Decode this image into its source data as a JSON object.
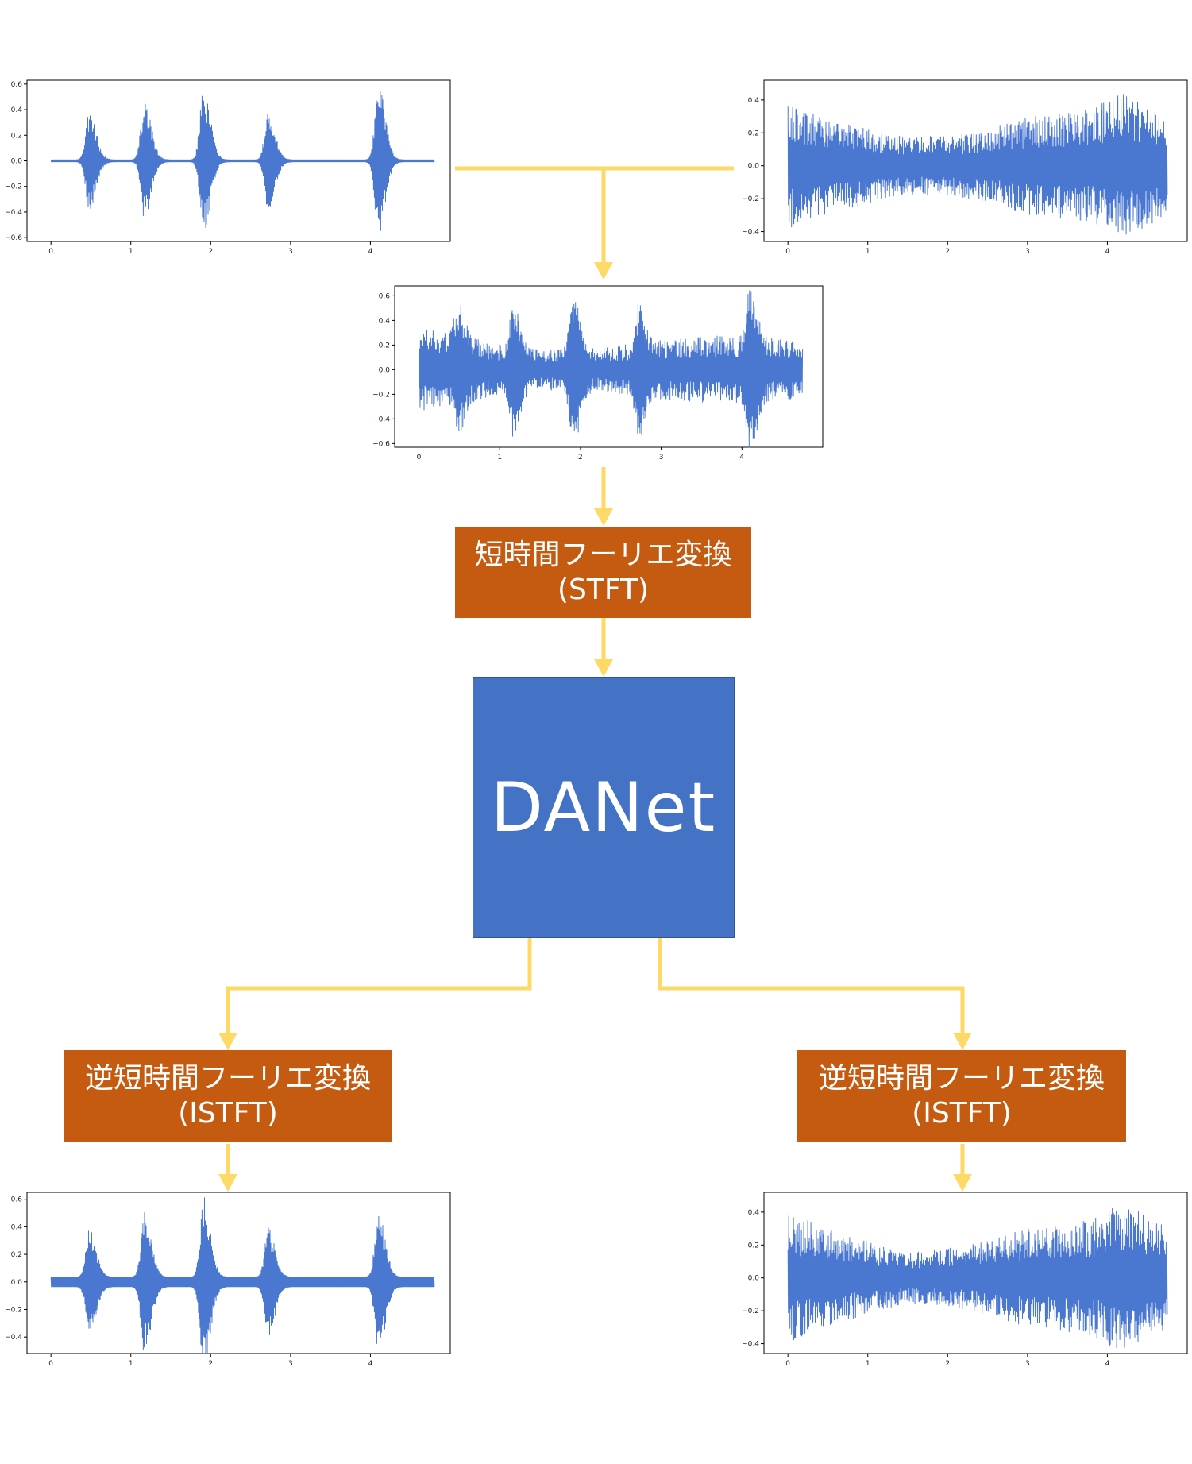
{
  "colors": {
    "waveform": "#4a78d0",
    "arrow": "#ffd966",
    "transform_box": "#c55a11",
    "model_box": "#4472c4",
    "box_text": "#ffffff"
  },
  "stft_box": {
    "line1": "短時間フーリエ変換",
    "line2": "(STFT)"
  },
  "model_box": {
    "label": "DANet"
  },
  "istft_left": {
    "line1": "逆短時間フーリエ変換",
    "line2": "(ISTFT)"
  },
  "istft_right": {
    "line1": "逆短時間フーリエ変換",
    "line2": "(ISTFT)"
  },
  "chart_data": [
    {
      "id": "source1",
      "type": "line",
      "xlim": [
        -0.3,
        5.0
      ],
      "ylim": [
        -0.63,
        0.63
      ],
      "xticks": [
        0,
        1,
        2,
        3,
        4
      ],
      "xtick_labels": [
        "0",
        "1",
        "2",
        "3",
        "4"
      ],
      "yticks": [
        -0.6,
        -0.4,
        -0.2,
        0.0,
        0.2,
        0.4,
        0.6
      ],
      "ytick_labels": [
        "−0.6",
        "−0.4",
        "−0.2",
        "0.0",
        "0.2",
        "0.4",
        "0.6"
      ],
      "x_range": [
        0,
        4.8
      ],
      "base_amplitude": 0.008,
      "bursts": [
        {
          "center": 0.48,
          "amplitude": 0.37
        },
        {
          "center": 1.17,
          "amplitude": 0.45
        },
        {
          "center": 1.91,
          "amplitude": 0.58
        },
        {
          "center": 2.72,
          "amplitude": 0.38
        },
        {
          "center": 4.1,
          "amplitude": 0.58
        }
      ]
    },
    {
      "id": "source2",
      "type": "line",
      "xlim": [
        -0.3,
        5.0
      ],
      "ylim": [
        -0.46,
        0.52
      ],
      "xticks": [
        0,
        1,
        2,
        3,
        4
      ],
      "xtick_labels": [
        "0",
        "1",
        "2",
        "3",
        "4"
      ],
      "yticks": [
        -0.4,
        -0.2,
        0.0,
        0.2,
        0.4
      ],
      "ytick_labels": [
        "−0.4",
        "−0.2",
        "0.0",
        "0.2",
        "0.4"
      ],
      "x_range": [
        0,
        4.75
      ],
      "noise_envelope": [
        [
          0,
          0.38
        ],
        [
          0.6,
          0.28
        ],
        [
          1.5,
          0.17
        ],
        [
          2.3,
          0.2
        ],
        [
          3.0,
          0.3
        ],
        [
          3.8,
          0.34
        ],
        [
          4.2,
          0.46
        ],
        [
          4.75,
          0.3
        ]
      ]
    },
    {
      "id": "mixture",
      "type": "line",
      "xlim": [
        -0.3,
        5.0
      ],
      "ylim": [
        -0.63,
        0.68
      ],
      "xticks": [
        0,
        1,
        2,
        3,
        4
      ],
      "xtick_labels": [
        "0",
        "1",
        "2",
        "3",
        "4"
      ],
      "yticks": [
        -0.6,
        -0.4,
        -0.2,
        0.0,
        0.2,
        0.4,
        0.6
      ],
      "ytick_labels": [
        "−0.6",
        "−0.4",
        "−0.2",
        "0.0",
        "0.2",
        "0.4",
        "0.6"
      ],
      "x_range": [
        0,
        4.75
      ],
      "noise_envelope": [
        [
          0,
          0.34
        ],
        [
          0.6,
          0.26
        ],
        [
          1.3,
          0.16
        ],
        [
          2.3,
          0.18
        ],
        [
          3.0,
          0.24
        ],
        [
          3.8,
          0.28
        ],
        [
          4.75,
          0.24
        ]
      ],
      "bursts": [
        {
          "center": 0.48,
          "amplitude": 0.3
        },
        {
          "center": 1.17,
          "amplitude": 0.4
        },
        {
          "center": 1.91,
          "amplitude": 0.48
        },
        {
          "center": 2.72,
          "amplitude": 0.35
        },
        {
          "center": 4.1,
          "amplitude": 0.5
        }
      ]
    },
    {
      "id": "separated1",
      "type": "line",
      "xlim": [
        -0.3,
        5.0
      ],
      "ylim": [
        -0.52,
        0.65
      ],
      "xticks": [
        0,
        1,
        2,
        3,
        4
      ],
      "xtick_labels": [
        "0",
        "1",
        "2",
        "3",
        "4"
      ],
      "yticks": [
        -0.4,
        -0.2,
        0.0,
        0.2,
        0.4,
        0.6
      ],
      "ytick_labels": [
        "−0.4",
        "−0.2",
        "0.0",
        "0.2",
        "0.4",
        "0.6"
      ],
      "x_range": [
        0,
        4.8
      ],
      "base_amplitude": 0.035,
      "bursts": [
        {
          "center": 0.48,
          "amplitude": 0.35
        },
        {
          "center": 1.17,
          "amplitude": 0.48
        },
        {
          "center": 1.91,
          "amplitude": 0.6
        },
        {
          "center": 2.72,
          "amplitude": 0.36
        },
        {
          "center": 4.1,
          "amplitude": 0.48
        }
      ]
    },
    {
      "id": "separated2",
      "type": "line",
      "xlim": [
        -0.3,
        5.0
      ],
      "ylim": [
        -0.46,
        0.52
      ],
      "xticks": [
        0,
        1,
        2,
        3,
        4
      ],
      "xtick_labels": [
        "0",
        "1",
        "2",
        "3",
        "4"
      ],
      "yticks": [
        -0.4,
        -0.2,
        0.0,
        0.2,
        0.4
      ],
      "ytick_labels": [
        "−0.4",
        "−0.2",
        "0.0",
        "0.2",
        "0.4"
      ],
      "x_range": [
        0,
        4.75
      ],
      "noise_envelope": [
        [
          0,
          0.4
        ],
        [
          0.6,
          0.28
        ],
        [
          1.5,
          0.15
        ],
        [
          2.3,
          0.2
        ],
        [
          3.0,
          0.3
        ],
        [
          3.8,
          0.35
        ],
        [
          4.2,
          0.47
        ],
        [
          4.75,
          0.3
        ]
      ]
    }
  ]
}
